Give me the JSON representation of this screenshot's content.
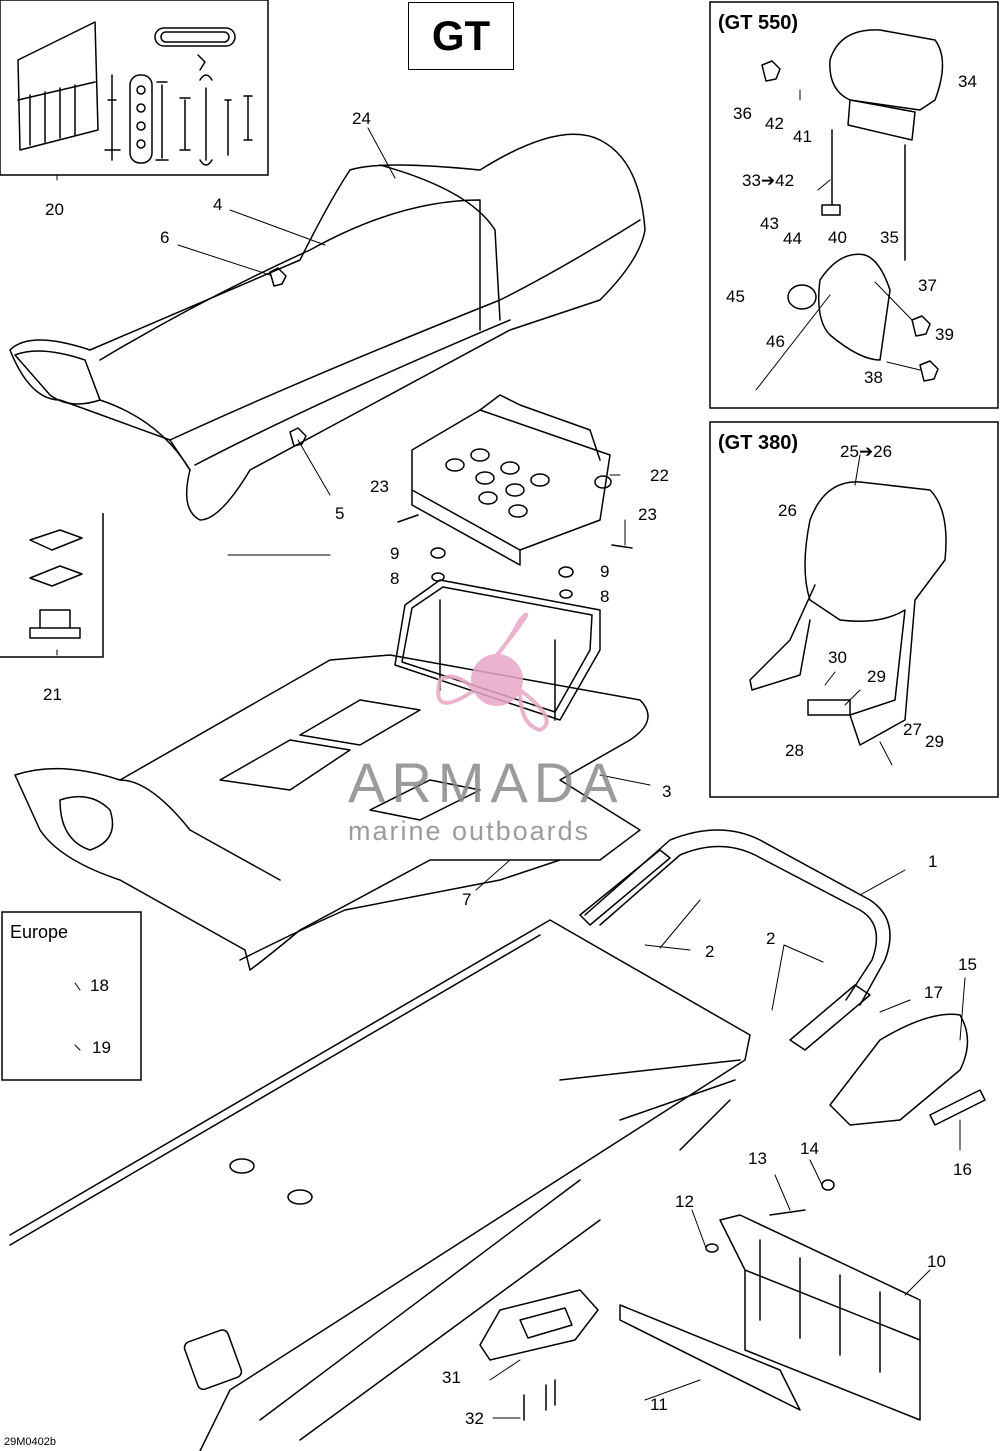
{
  "title": "GT",
  "model_boxes": {
    "gt550": "(GT 550)",
    "gt380": "(GT 380)",
    "europe": "Europe"
  },
  "watermark": {
    "brand": "ARMADA",
    "tagline": "marine outboards",
    "colors": {
      "logo": "#e7a7c6",
      "text": "#8a8a8a"
    }
  },
  "drawing_code": "29M0402b",
  "labels": {
    "l1": "1",
    "l2a": "2",
    "l2b": "2",
    "l3": "3",
    "l4": "4",
    "l5": "5",
    "l6": "6",
    "l7": "7",
    "l8a": "8",
    "l8b": "8",
    "l9a": "9",
    "l9b": "9",
    "l10": "10",
    "l11": "11",
    "l12": "12",
    "l13": "13",
    "l14": "14",
    "l15": "15",
    "l16": "16",
    "l17": "17",
    "l18": "18",
    "l19": "19",
    "l20": "20",
    "l21": "21",
    "l22": "22",
    "l23a": "23",
    "l23b": "23",
    "l24": "24",
    "l25": "25➔26",
    "l26": "26",
    "l27": "27",
    "l28": "28",
    "l29a": "29",
    "l29b": "29",
    "l30": "30",
    "l31": "31",
    "l32": "32",
    "l33": "33➔42",
    "l34": "34",
    "l35": "35",
    "l36": "36",
    "l37": "37",
    "l38": "38",
    "l39": "39",
    "l40": "40",
    "l41": "41",
    "l42": "42",
    "l43": "43",
    "l44": "44",
    "l45": "45",
    "l46": "46"
  }
}
